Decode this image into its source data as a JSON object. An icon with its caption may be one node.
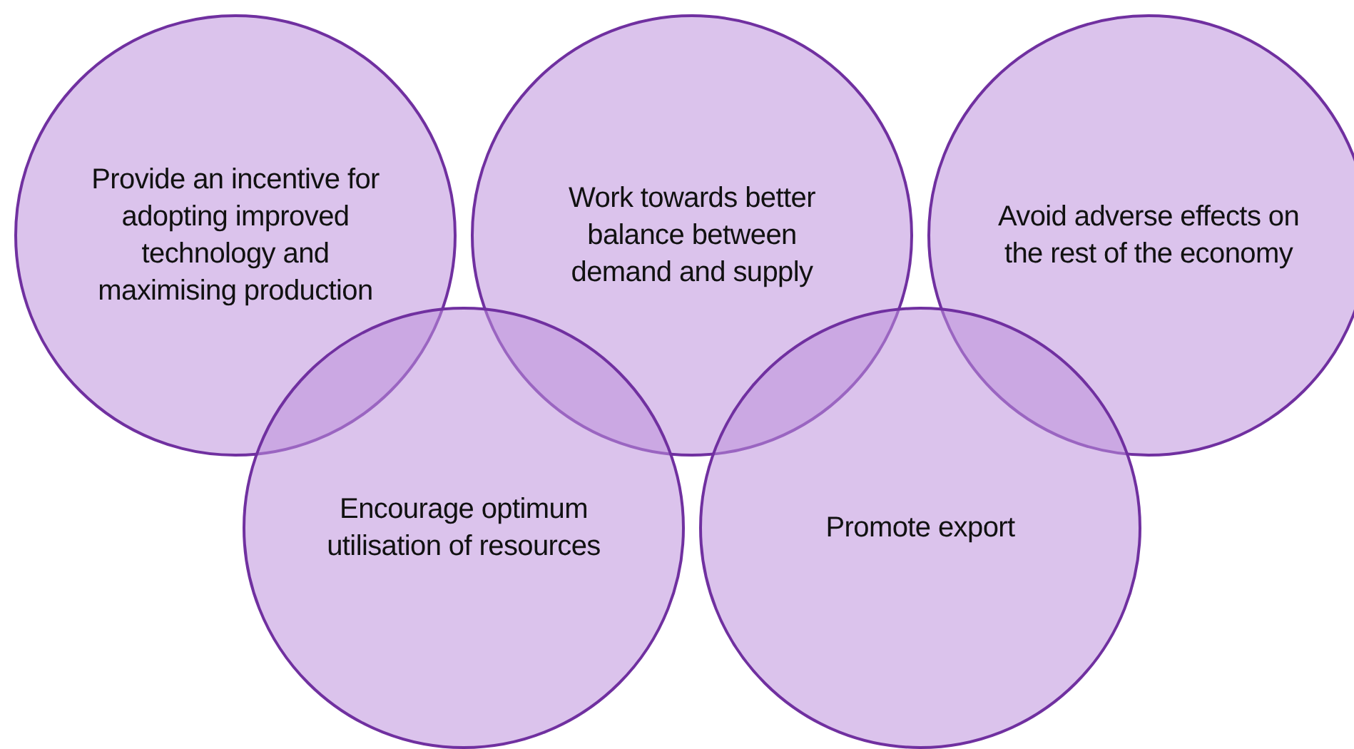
{
  "diagram": {
    "nodes": [
      {
        "text": [
          "Provide an incentive for adopting improved technology and maximising production"
        ]
      },
      {
        "text": [
          "Work towards better balance between demand and supply"
        ]
      },
      {
        "text": [
          "Avoid adverse effects on the rest of the economy"
        ]
      },
      {
        "text": [
          "Encourage optimum utilisation of resources"
        ]
      },
      {
        "text": [
          "Promote export"
        ]
      }
    ]
  }
}
